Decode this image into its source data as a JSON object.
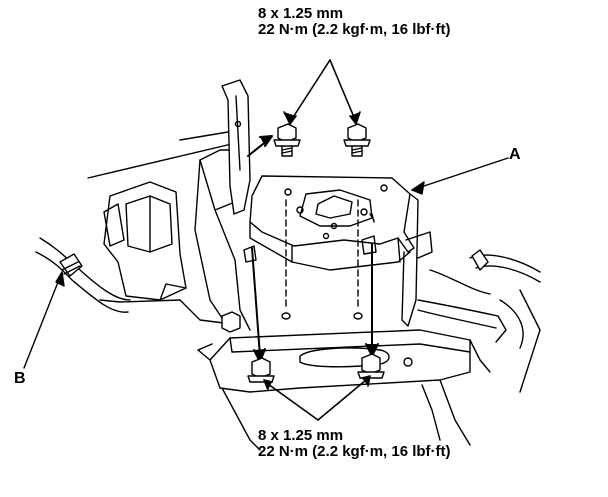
{
  "torque_spec_top": {
    "size": "8 x 1.25 mm",
    "torque": "22 N·m (2.2 kgf·m, 16 lbf·ft)"
  },
  "torque_spec_bottom": {
    "size": "8 x 1.25 mm",
    "torque": "22 N·m (2.2 kgf·m, 16 lbf·ft)"
  },
  "callouts": {
    "a": "A",
    "b": "B"
  },
  "colors": {
    "line": "#000000",
    "background": "#ffffff",
    "fill": "#ffffff"
  }
}
